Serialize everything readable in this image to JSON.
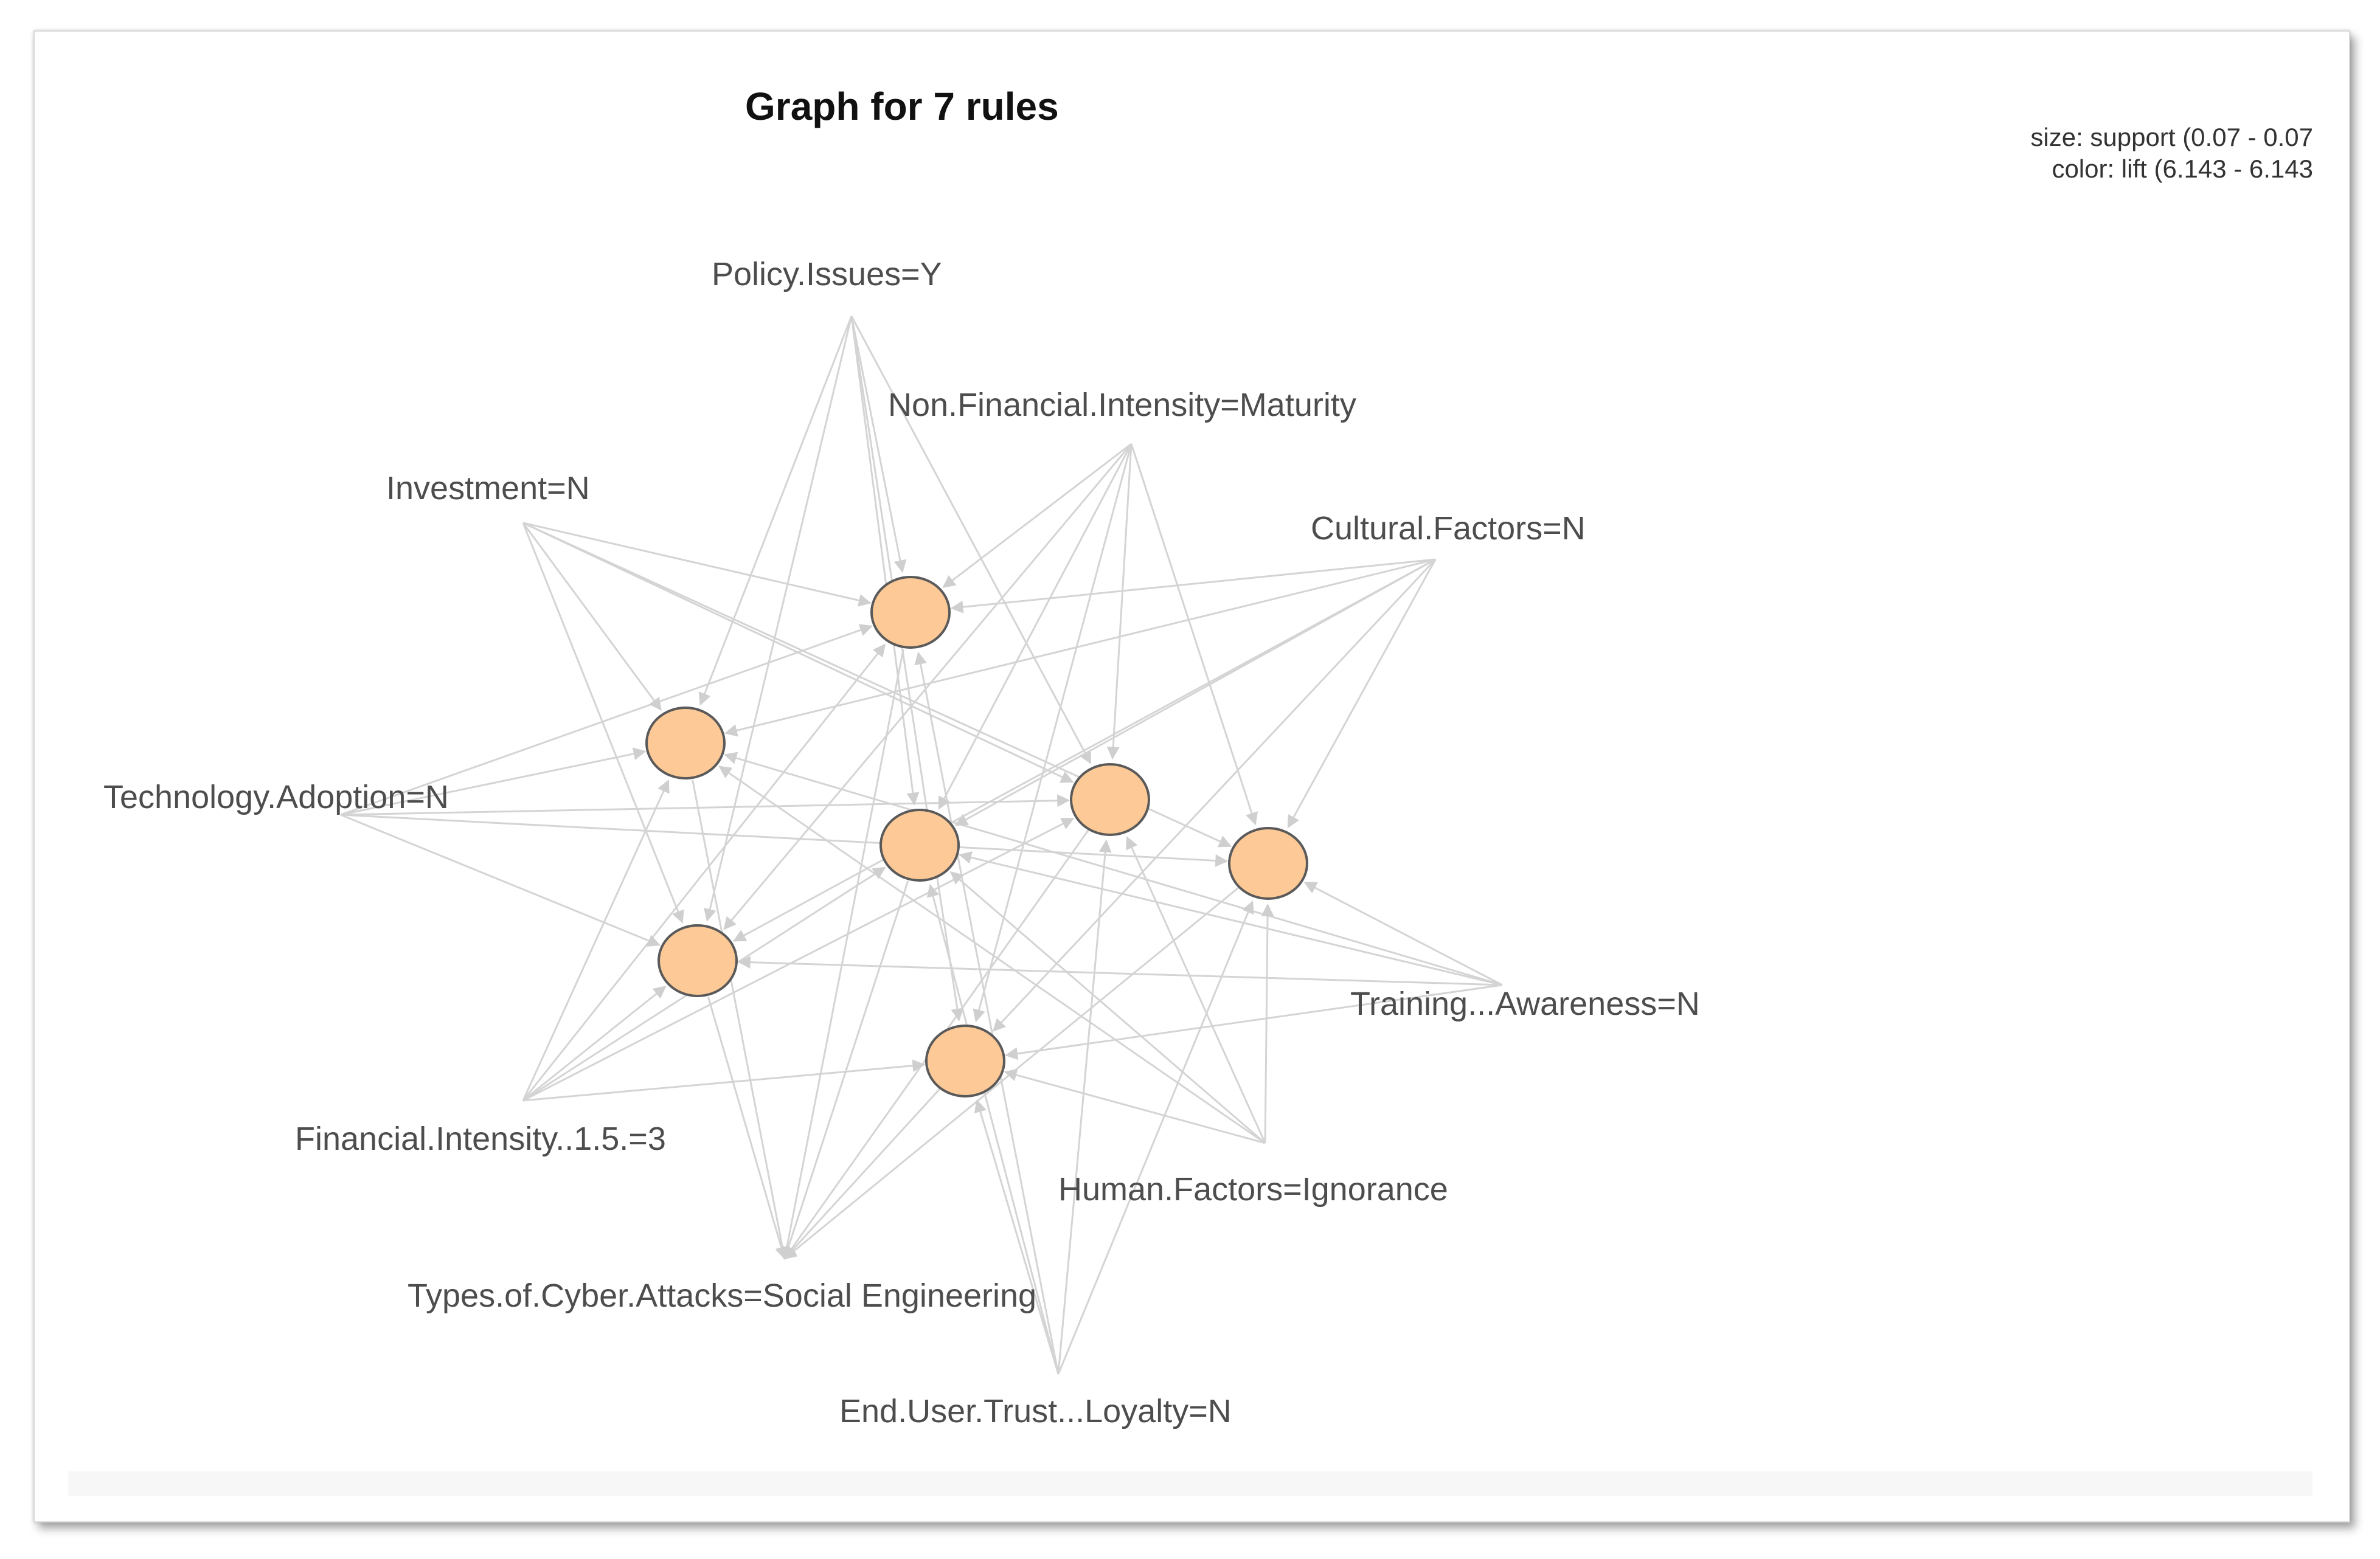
{
  "title": "Graph for 7 rules",
  "legend": {
    "size_text": "size: support (0.07 - 0.07",
    "color_text": "color: lift (6.143 - 6.143"
  },
  "colors": {
    "rule_node_fill": "#fdc996",
    "rule_node_stroke": "#5a5a5a",
    "edge": "#d4d4d4",
    "label_text": "#4d4d4d"
  },
  "items": [
    {
      "id": "policy",
      "label": "Policy.Issues=Y"
    },
    {
      "id": "nonfin",
      "label": "Non.Financial.Intensity=Maturity"
    },
    {
      "id": "invest",
      "label": "Investment=N"
    },
    {
      "id": "cultural",
      "label": "Cultural.Factors=N"
    },
    {
      "id": "tech",
      "label": "Technology.Adoption=N"
    },
    {
      "id": "training",
      "label": "Training...Awareness=N"
    },
    {
      "id": "fin",
      "label": "Financial.Intensity..1.5.=3"
    },
    {
      "id": "human",
      "label": "Human.Factors=Ignorance"
    },
    {
      "id": "types",
      "label": "Types.of.Cyber.Attacks=Social Engineering"
    },
    {
      "id": "enduser",
      "label": "End.User.Trust...Loyalty=N"
    }
  ],
  "rules": [
    {
      "id": "r1",
      "lhs": [
        "policy",
        "invest",
        "cultural",
        "tech",
        "nonfin",
        "fin",
        "enduser"
      ],
      "rhs": "types"
    },
    {
      "id": "r2",
      "lhs": [
        "policy",
        "invest",
        "cultural",
        "tech",
        "training",
        "fin",
        "human"
      ],
      "rhs": "types"
    },
    {
      "id": "r3",
      "lhs": [
        "policy",
        "nonfin",
        "invest",
        "tech",
        "fin",
        "human",
        "enduser"
      ],
      "rhs": "types"
    },
    {
      "id": "r4",
      "lhs": [
        "policy",
        "nonfin",
        "cultural",
        "training",
        "fin",
        "human",
        "enduser"
      ],
      "rhs": "types"
    },
    {
      "id": "r5",
      "lhs": [
        "nonfin",
        "invest",
        "cultural",
        "tech",
        "training",
        "human",
        "enduser"
      ],
      "rhs": "types"
    },
    {
      "id": "r6",
      "lhs": [
        "policy",
        "nonfin",
        "invest",
        "cultural",
        "tech",
        "training",
        "fin"
      ],
      "rhs": "types"
    },
    {
      "id": "r7",
      "lhs": [
        "policy",
        "nonfin",
        "cultural",
        "training",
        "fin",
        "human",
        "enduser"
      ],
      "rhs": "types"
    }
  ]
}
